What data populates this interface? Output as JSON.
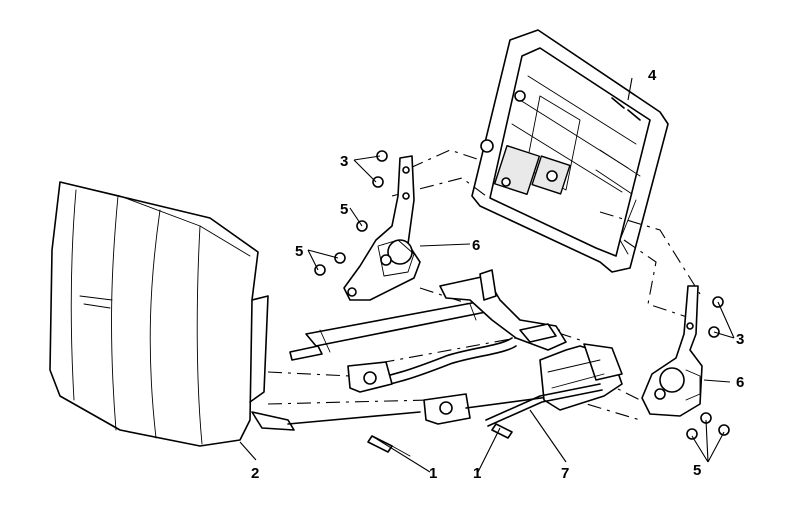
{
  "callouts": {
    "c1a": "1",
    "c1b": "1",
    "c2": "2",
    "c3a": "3",
    "c3b": "3",
    "c4": "4",
    "c5a": "5",
    "c5b": "5",
    "c5c": "5",
    "c6a": "6",
    "c6b": "6",
    "c7": "7"
  }
}
